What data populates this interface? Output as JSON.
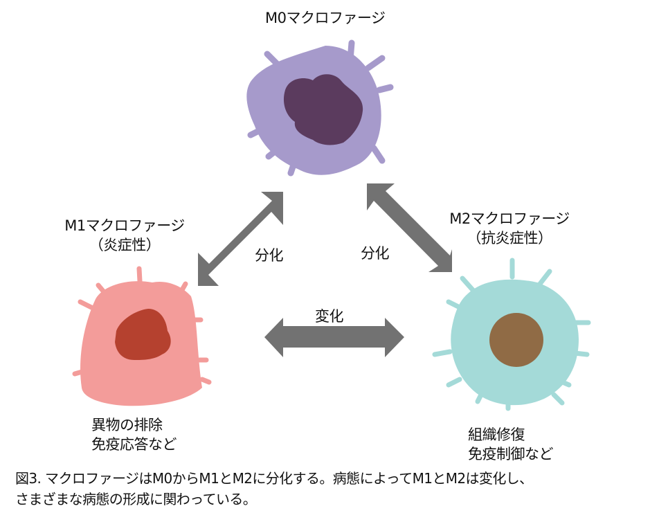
{
  "cells": {
    "m0": {
      "title": "M0マクロファージ",
      "body_color": "#a69acb",
      "nucleus_color": "#5b3b5e"
    },
    "m1": {
      "title": "M1マクロファージ",
      "subtitle": "（炎症性）",
      "functions": [
        "異物の排除",
        "免疫応答など"
      ],
      "body_color": "#f39c9a",
      "nucleus_color": "#b5412f"
    },
    "m2": {
      "title": "M2マクロファージ",
      "subtitle": "（抗炎症性）",
      "functions": [
        "組織修復",
        "免疫制御など"
      ],
      "body_color": "#a4dad8",
      "nucleus_color": "#906b45"
    }
  },
  "arrows": {
    "m0_m1": {
      "label": "分化"
    },
    "m0_m2": {
      "label": "分化"
    },
    "m1_m2": {
      "label": "変化"
    },
    "color": "#727272"
  },
  "caption": {
    "line1": "図3. マクロファージはM0からM1とM2に分化する。病態によってM1とM2は変化し、",
    "line2": "さまざまな病態の形成に関わっている。"
  }
}
